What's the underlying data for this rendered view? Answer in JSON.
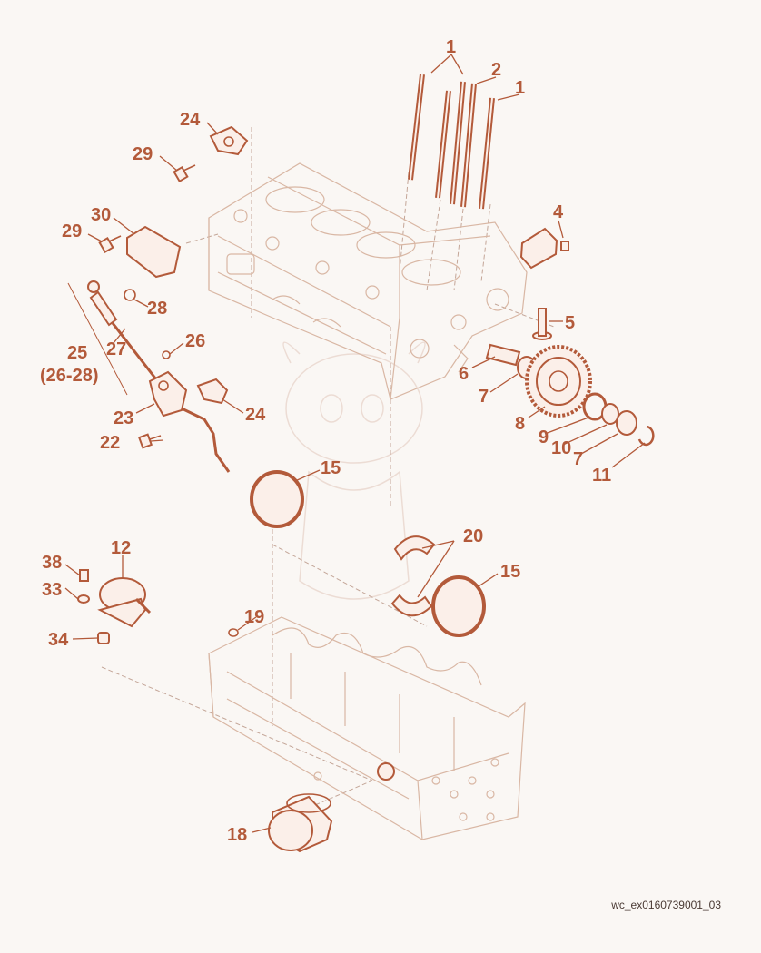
{
  "diagram": {
    "callouts": [
      {
        "id": "c1a",
        "text": "1"
      },
      {
        "id": "c2",
        "text": "2"
      },
      {
        "id": "c1b",
        "text": "1"
      },
      {
        "id": "c24a",
        "text": "24"
      },
      {
        "id": "c29a",
        "text": "29"
      },
      {
        "id": "c30",
        "text": "30"
      },
      {
        "id": "c29b",
        "text": "29"
      },
      {
        "id": "c4",
        "text": "4"
      },
      {
        "id": "c28",
        "text": "28"
      },
      {
        "id": "c5",
        "text": "5"
      },
      {
        "id": "c25",
        "text": "25"
      },
      {
        "id": "c25sub",
        "text": "(26-28)"
      },
      {
        "id": "c27",
        "text": "27"
      },
      {
        "id": "c26",
        "text": "26"
      },
      {
        "id": "c6",
        "text": "6"
      },
      {
        "id": "c7a",
        "text": "7"
      },
      {
        "id": "c23",
        "text": "23"
      },
      {
        "id": "c24b",
        "text": "24"
      },
      {
        "id": "c8",
        "text": "8"
      },
      {
        "id": "c9",
        "text": "9"
      },
      {
        "id": "c10",
        "text": "10"
      },
      {
        "id": "c7b",
        "text": "7"
      },
      {
        "id": "c22",
        "text": "22"
      },
      {
        "id": "c11",
        "text": "11"
      },
      {
        "id": "c15a",
        "text": "15"
      },
      {
        "id": "c20",
        "text": "20"
      },
      {
        "id": "c12",
        "text": "12"
      },
      {
        "id": "c15b",
        "text": "15"
      },
      {
        "id": "c38",
        "text": "38"
      },
      {
        "id": "c33",
        "text": "33"
      },
      {
        "id": "c19",
        "text": "19"
      },
      {
        "id": "c34",
        "text": "34"
      },
      {
        "id": "c18",
        "text": "18"
      }
    ],
    "reference": "wc_ex0160739001_03",
    "colors": {
      "accent": "#b35a3a",
      "background": "#faf7f4",
      "line": "#d9b7a4"
    }
  }
}
